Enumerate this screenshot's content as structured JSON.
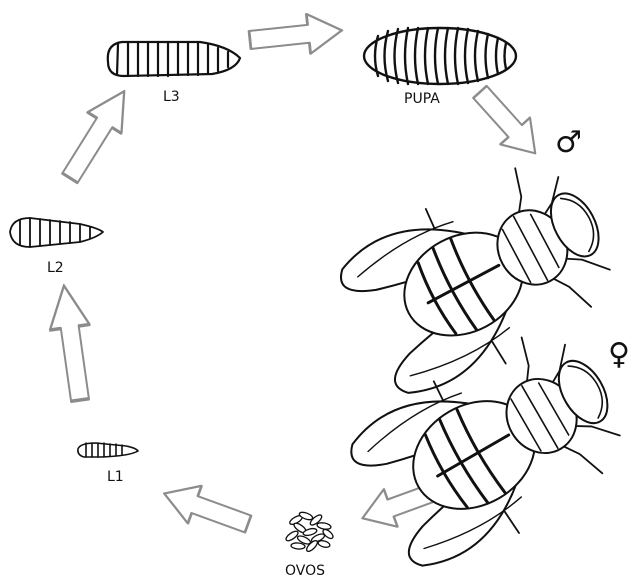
{
  "stages": {
    "l1": "L1",
    "l2": "L2",
    "l3": "L3",
    "pupa": "PUPA",
    "ovos": "OVOS"
  },
  "symbols": {
    "male": "♂",
    "female": "♀"
  },
  "colors": {
    "stroke": "#111111",
    "arrow_fill": "#ffffff",
    "arrow_stroke": "#8c8c8c",
    "background": "#ffffff"
  }
}
